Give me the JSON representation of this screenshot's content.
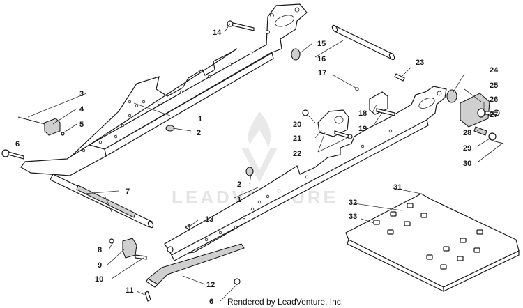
{
  "credit_text": "Rendered by LeadVenture, Inc.",
  "watermark_text": "LEADVENTURE",
  "callouts": [
    {
      "id": "14",
      "text": "14"
    },
    {
      "id": "15",
      "text": "15"
    },
    {
      "id": "16",
      "text": "16"
    },
    {
      "id": "23",
      "text": "23"
    },
    {
      "id": "17",
      "text": "17"
    },
    {
      "id": "24",
      "text": "24"
    },
    {
      "id": "25",
      "text": "25"
    },
    {
      "id": "26",
      "text": "26"
    },
    {
      "id": "27",
      "text": "27"
    },
    {
      "id": "28",
      "text": "28"
    },
    {
      "id": "29",
      "text": "29"
    },
    {
      "id": "30",
      "text": "30"
    },
    {
      "id": "18",
      "text": "18"
    },
    {
      "id": "19",
      "text": "19"
    },
    {
      "id": "20",
      "text": "20"
    },
    {
      "id": "21",
      "text": "21"
    },
    {
      "id": "22",
      "text": "22"
    },
    {
      "id": "3",
      "text": "3"
    },
    {
      "id": "4",
      "text": "4"
    },
    {
      "id": "5",
      "text": "5"
    },
    {
      "id": "6a",
      "text": "6"
    },
    {
      "id": "1a",
      "text": "1"
    },
    {
      "id": "2a",
      "text": "2"
    },
    {
      "id": "7",
      "text": "7"
    },
    {
      "id": "2b",
      "text": "2"
    },
    {
      "id": "1b",
      "text": "1"
    },
    {
      "id": "31",
      "text": "31"
    },
    {
      "id": "32",
      "text": "32"
    },
    {
      "id": "33",
      "text": "33"
    },
    {
      "id": "13",
      "text": "13"
    },
    {
      "id": "8",
      "text": "8"
    },
    {
      "id": "9",
      "text": "9"
    },
    {
      "id": "10",
      "text": "10"
    },
    {
      "id": "11",
      "text": "11"
    },
    {
      "id": "12",
      "text": "12"
    },
    {
      "id": "6b",
      "text": "6"
    }
  ]
}
